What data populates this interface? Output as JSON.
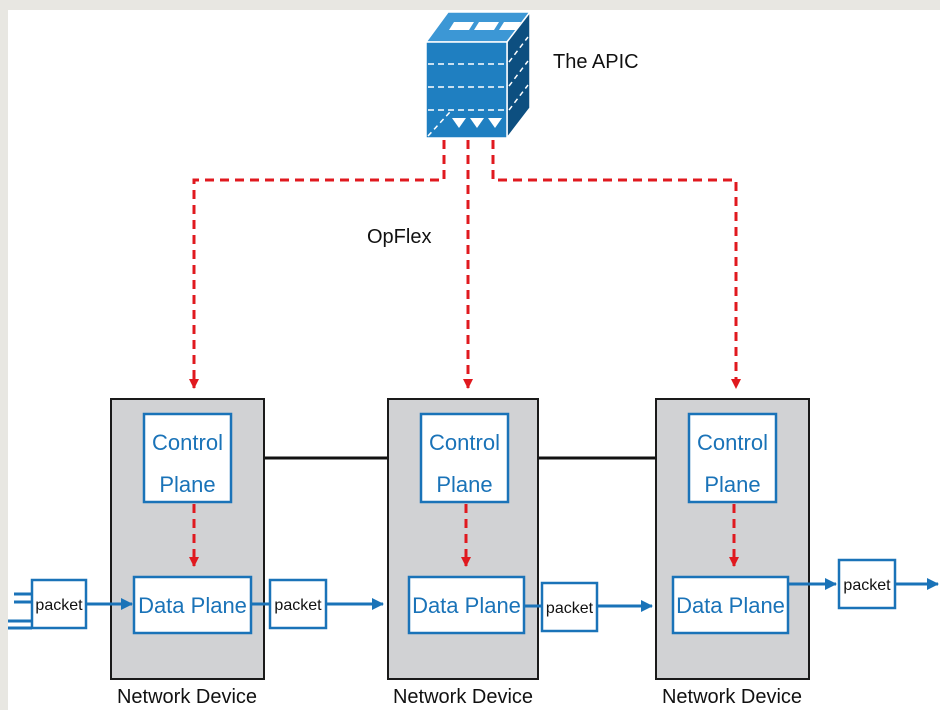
{
  "apic": {
    "label": "The APIC",
    "icon": "apic-controller-icon"
  },
  "protocol": {
    "label": "OpFlex"
  },
  "devices": [
    {
      "label": "Network Device",
      "control_plane": [
        "Control",
        "Plane"
      ],
      "data_plane": "Data Plane"
    },
    {
      "label": "Network Device",
      "control_plane": [
        "Control",
        "Plane"
      ],
      "data_plane": "Data Plane"
    },
    {
      "label": "Network Device",
      "control_plane": [
        "Control",
        "Plane"
      ],
      "data_plane": "Data Plane"
    }
  ],
  "packets": [
    "packet",
    "packet",
    "packet",
    "packet"
  ],
  "colors": {
    "blue": "#1a73b8",
    "red": "#e0191f",
    "device_fill": "#d1d2d4",
    "device_border": "#1a1a1a",
    "apic_blue": "#2a86c6",
    "apic_dark": "#105a8f"
  }
}
